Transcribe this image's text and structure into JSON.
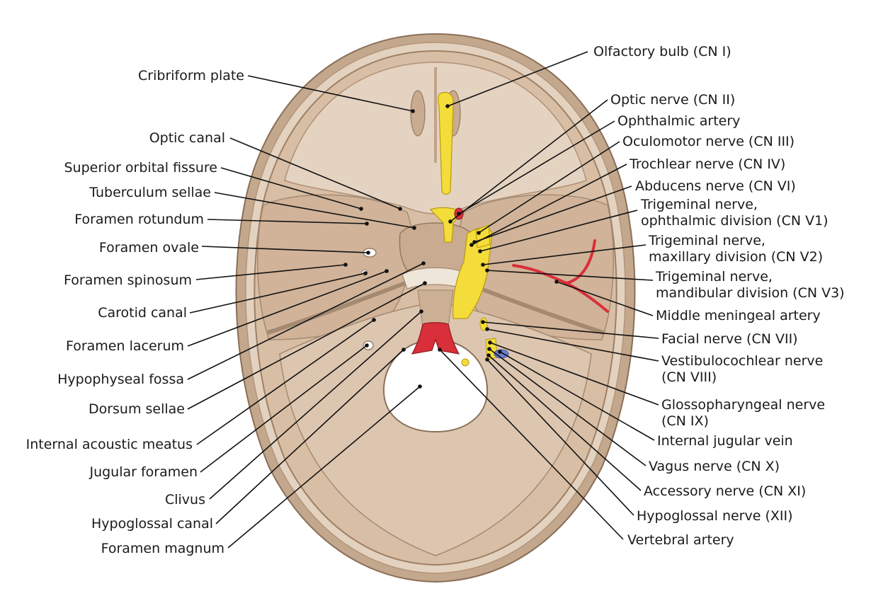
{
  "colors": {
    "bone_outer": "#c9ae93",
    "bone_inner": "#dcc3ab",
    "bone_fossa": "#d6bca3",
    "bone_light": "#e9dbcc",
    "nerve": "#f4dc3a",
    "artery": "#d92f3a",
    "vein": "#6a7fd0",
    "background": "#ffffff",
    "line": "#111111"
  },
  "left_labels": [
    {
      "id": "cribriform-plate",
      "text": "Cribriform plate"
    },
    {
      "id": "optic-canal",
      "text": "Optic canal"
    },
    {
      "id": "superior-orbital-fissure",
      "text": "Superior orbital fissure"
    },
    {
      "id": "tuberculum-sellae",
      "text": "Tuberculum sellae"
    },
    {
      "id": "foramen-rotundum",
      "text": "Foramen rotundum"
    },
    {
      "id": "foramen-ovale",
      "text": "Foramen ovale"
    },
    {
      "id": "foramen-spinosum",
      "text": "Foramen spinosum"
    },
    {
      "id": "carotid-canal",
      "text": "Carotid canal"
    },
    {
      "id": "foramen-lacerum",
      "text": "Foramen lacerum"
    },
    {
      "id": "hypophyseal-fossa",
      "text": "Hypophyseal fossa"
    },
    {
      "id": "dorsum-sellae",
      "text": "Dorsum sellae"
    },
    {
      "id": "internal-acoustic-meatus",
      "text": "Internal acoustic meatus"
    },
    {
      "id": "jugular-foramen",
      "text": "Jugular foramen"
    },
    {
      "id": "clivus",
      "text": "Clivus"
    },
    {
      "id": "hypoglossal-canal",
      "text": "Hypoglossal canal"
    },
    {
      "id": "foramen-magnum",
      "text": "Foramen magnum"
    }
  ],
  "right_labels": [
    {
      "id": "olfactory-bulb",
      "lines": [
        "Olfactory bulb (CN I)"
      ]
    },
    {
      "id": "optic-nerve",
      "lines": [
        "Optic nerve (CN II)"
      ]
    },
    {
      "id": "ophthalmic-artery",
      "lines": [
        "Ophthalmic artery"
      ]
    },
    {
      "id": "oculomotor-nerve",
      "lines": [
        "Oculomotor nerve (CN III)"
      ]
    },
    {
      "id": "trochlear-nerve",
      "lines": [
        "Trochlear nerve (CN IV)"
      ]
    },
    {
      "id": "abducens-nerve",
      "lines": [
        "Abducens nerve (CN VI)"
      ]
    },
    {
      "id": "trigeminal-v1",
      "lines": [
        "Trigeminal nerve,",
        "ophthalmic division (CN V1)"
      ]
    },
    {
      "id": "trigeminal-v2",
      "lines": [
        "Trigeminal nerve,",
        "maxillary division (CN V2)"
      ]
    },
    {
      "id": "trigeminal-v3",
      "lines": [
        "Trigeminal nerve,",
        "mandibular division (CN V3)"
      ]
    },
    {
      "id": "middle-meningeal-artery",
      "lines": [
        "Middle meningeal artery"
      ]
    },
    {
      "id": "facial-nerve",
      "lines": [
        "Facial nerve (CN VII)"
      ]
    },
    {
      "id": "vestibulocochlear-nerve",
      "lines": [
        "Vestibulocochlear nerve",
        "(CN VIII)"
      ]
    },
    {
      "id": "glossopharyngeal-nerve",
      "lines": [
        "Glossopharyngeal nerve",
        "(CN IX)"
      ]
    },
    {
      "id": "internal-jugular-vein",
      "lines": [
        "Internal jugular vein"
      ]
    },
    {
      "id": "vagus-nerve",
      "lines": [
        "Vagus nerve (CN X)"
      ]
    },
    {
      "id": "accessory-nerve",
      "lines": [
        "Accessory nerve (CN XI)"
      ]
    },
    {
      "id": "hypoglossal-nerve",
      "lines": [
        "Hypoglossal nerve (XII)"
      ]
    },
    {
      "id": "vertebral-artery",
      "lines": [
        "Vertebral artery"
      ]
    }
  ]
}
